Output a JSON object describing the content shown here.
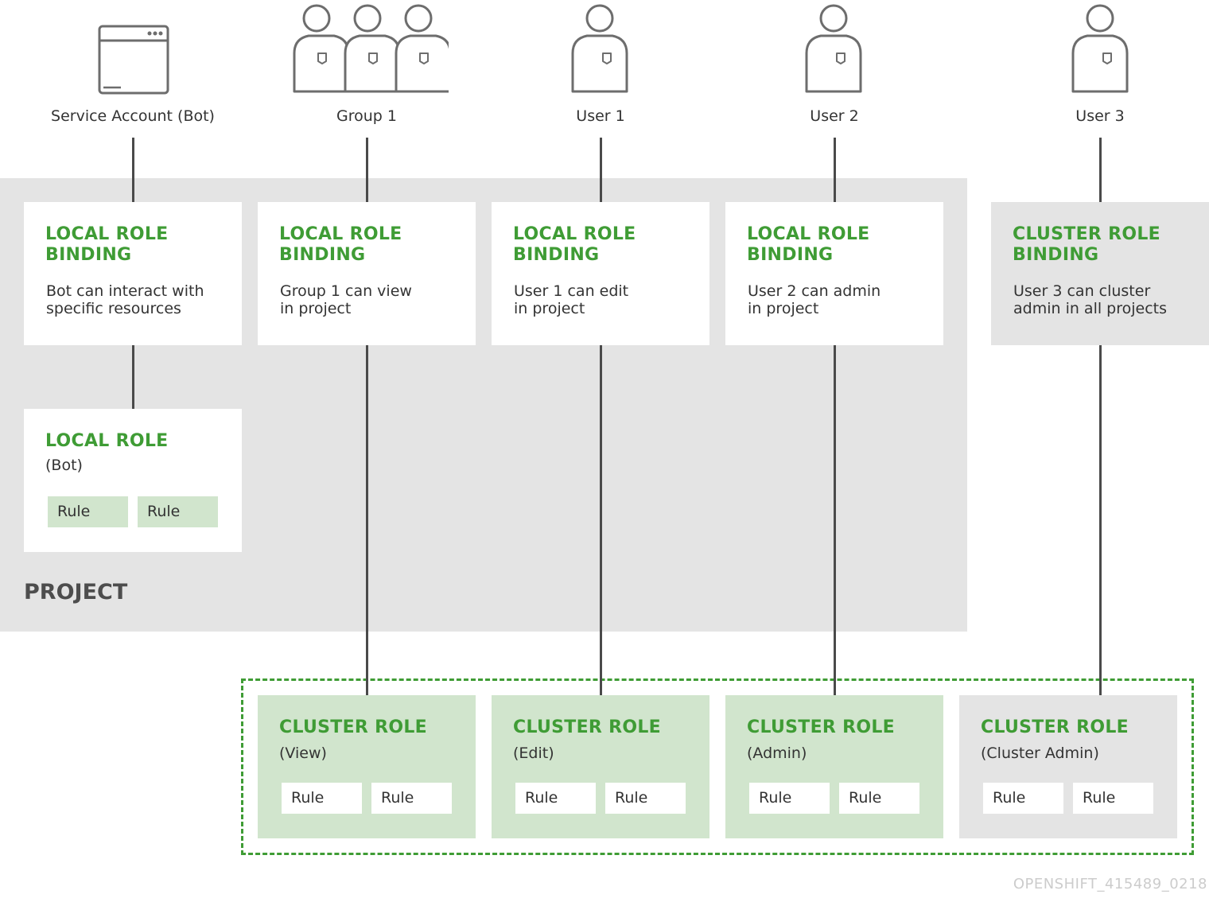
{
  "entities": {
    "service_account": "Service Account (Bot)",
    "group1": "Group 1",
    "user1": "User 1",
    "user2": "User 2",
    "user3": "User 3"
  },
  "bindings": [
    {
      "title": "LOCAL ROLE BINDING",
      "desc": "Bot can interact with\nspecific resources"
    },
    {
      "title": "LOCAL ROLE BINDING",
      "desc": "Group 1 can view\nin project"
    },
    {
      "title": "LOCAL ROLE BINDING",
      "desc": "User 1 can edit\nin project"
    },
    {
      "title": "LOCAL ROLE BINDING",
      "desc": "User 2 can admin\nin project"
    },
    {
      "title": "CLUSTER ROLE BINDING",
      "desc": "User 3 can cluster\nadmin in all projects"
    }
  ],
  "local_role": {
    "title": "LOCAL ROLE",
    "sub": "(Bot)",
    "rules": [
      "Rule",
      "Rule"
    ]
  },
  "project_label": "PROJECT",
  "cluster_roles": [
    {
      "title": "CLUSTER ROLE",
      "sub": "(View)",
      "rules": [
        "Rule",
        "Rule"
      ]
    },
    {
      "title": "CLUSTER ROLE",
      "sub": "(Edit)",
      "rules": [
        "Rule",
        "Rule"
      ]
    },
    {
      "title": "CLUSTER ROLE",
      "sub": "(Admin)",
      "rules": [
        "Rule",
        "Rule"
      ]
    },
    {
      "title": "CLUSTER ROLE",
      "sub": "(Cluster Admin)",
      "rules": [
        "Rule",
        "Rule"
      ]
    }
  ],
  "footer_id": "OPENSHIFT_415489_0218",
  "colors": {
    "accent_green": "#3f9c35",
    "role_green_bg": "#d1e5cd",
    "project_grey": "#e4e4e4",
    "line": "#4a4a4a"
  }
}
